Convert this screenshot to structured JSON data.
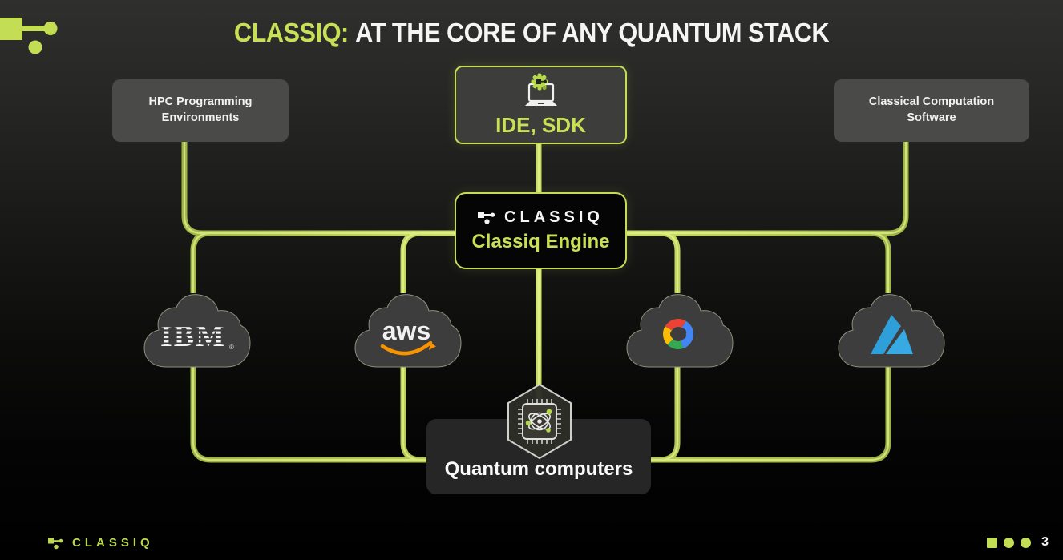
{
  "slide": {
    "title": {
      "brand": "CLASSIQ:",
      "rest": "AT THE CORE OF ANY QUANTUM STACK"
    }
  },
  "nodes": {
    "hpc": {
      "label": "HPC Programming Environments"
    },
    "ide": {
      "label": "IDE, SDK",
      "icon": "laptop-gear-icon"
    },
    "classical": {
      "label": "Classical Computation Software"
    },
    "engine": {
      "brand": "CLASSIQ",
      "label": "Classiq Engine",
      "icon": "classiq-mark-icon"
    },
    "quantum": {
      "label": "Quantum computers",
      "icon": "quantum-chip-hexagon-icon"
    }
  },
  "clouds": [
    {
      "id": "ibm-cloud",
      "label": "IBM",
      "reg": "®"
    },
    {
      "id": "aws-cloud",
      "label": "aws"
    },
    {
      "id": "google-cloud"
    },
    {
      "id": "azure-cloud"
    }
  ],
  "footer": {
    "brand": "CLASSIQ",
    "page_number": "3"
  },
  "colors": {
    "accent": "#c3de55",
    "line_bright": "#d7e96f",
    "line_dark": "#7a8c33",
    "box_gray": "#4a4a49",
    "cloud_gray": "#3d3d3d",
    "aws_orange": "#f79400",
    "azure_blue": "#2f9fd9",
    "google_blue": "#4285f4",
    "google_red": "#ea4335",
    "google_yellow": "#fbbc05",
    "google_green": "#34a853"
  }
}
